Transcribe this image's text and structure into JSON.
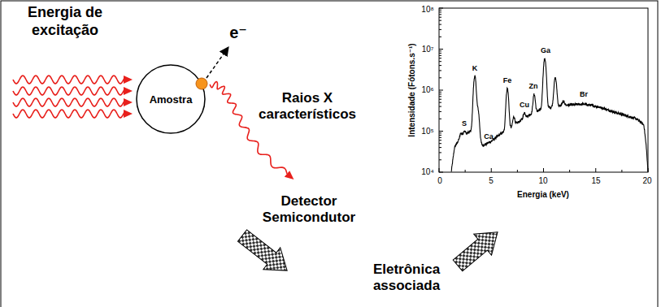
{
  "diagram": {
    "nodes": [
      {
        "text": [
          "Amostra"
        ]
      }
    ],
    "labels": [
      "Energia de excitação",
      "e⁻",
      "Raios X característicos",
      "Detector Semicondutor",
      "Eletrônica associada",
      "10⁸",
      "10⁷",
      "10⁶",
      "10⁵",
      "10⁴",
      "Intensidade (Fótons.s⁻¹)",
      "S",
      "K",
      "Ca",
      "Fe",
      "Cu",
      "Zn",
      "Ga",
      "Br",
      "0",
      "5",
      "10",
      "15",
      "20",
      "Energia (keV)"
    ]
  }
}
